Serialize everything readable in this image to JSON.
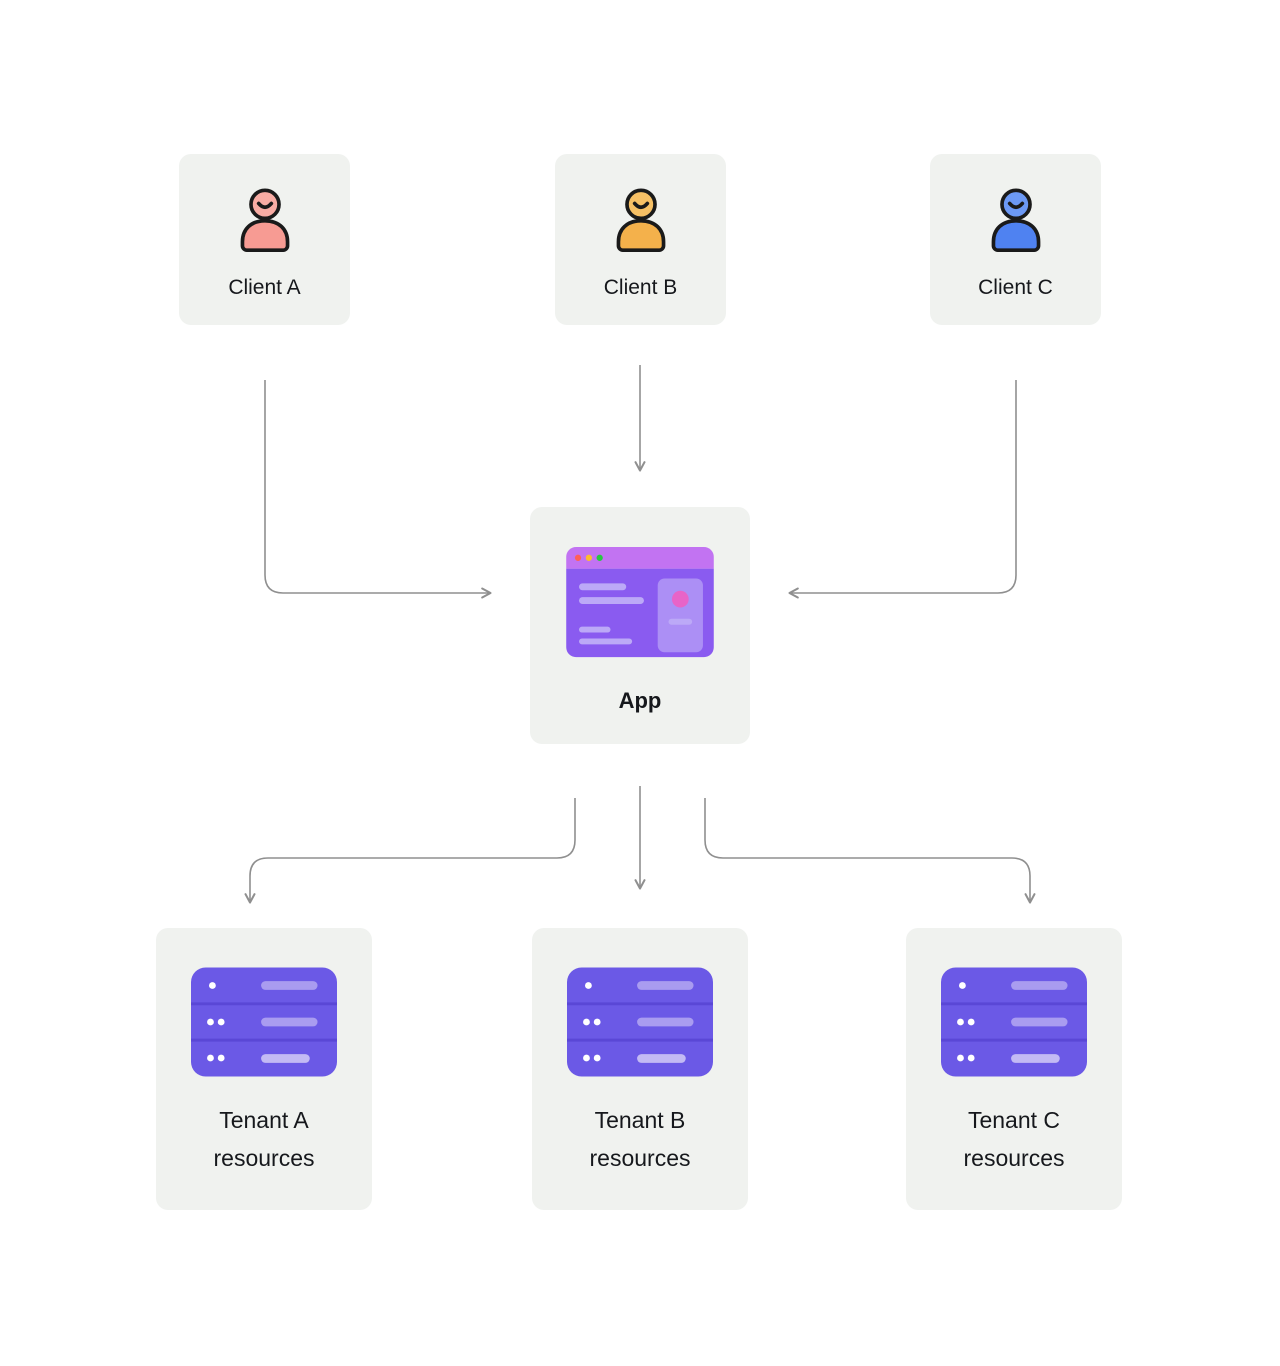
{
  "clients": [
    {
      "label": "Client A",
      "body_color": "#F79B93",
      "head_color": "#F8ACA4"
    },
    {
      "label": "Client B",
      "body_color": "#F4B14B",
      "head_color": "#F6C065"
    },
    {
      "label": "Client C",
      "body_color": "#4F82F1",
      "head_color": "#6C99F5"
    }
  ],
  "app": {
    "label": "App",
    "window_header_color": "#C273F2",
    "window_body_color": "#8A5BF0",
    "panel_color": "#AC8FF5",
    "line_color": "#BCA9F7",
    "traffic_lights": [
      "#FF5F57",
      "#FEBC2E",
      "#28C840"
    ],
    "accent_circle_color": "#E864C8"
  },
  "tenants": [
    {
      "label_line1": "Tenant A",
      "label_line2": "resources"
    },
    {
      "label_line1": "Tenant B",
      "label_line2": "resources"
    },
    {
      "label_line1": "Tenant C",
      "label_line2": "resources"
    }
  ],
  "server": {
    "body_color": "#6B59E6",
    "divider_color": "#5A47D6",
    "bar_color": "#A99CF0",
    "bar_light_color": "#C3BAF4",
    "dot_color": "#FFFFFF"
  },
  "style": {
    "card_bg": "#F0F2EF",
    "connector_color": "#8F8F8F",
    "text_color": "#16181C",
    "outline_color": "#1A1A1A"
  }
}
